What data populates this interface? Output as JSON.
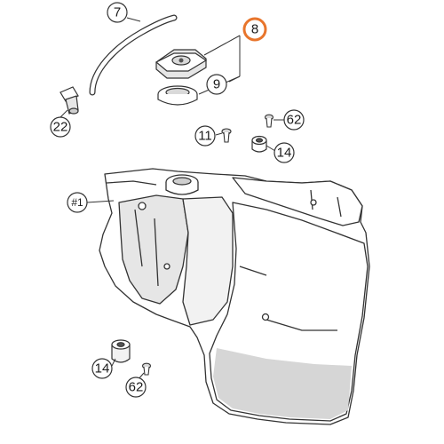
{
  "diagram": {
    "callouts": {
      "c7": "7",
      "c8": "8",
      "c9": "9",
      "c22": "22",
      "c11": "11",
      "c62_top": "62",
      "c14_top": "14",
      "c1": "#1",
      "c14_bottom": "14",
      "c62_bottom": "62"
    },
    "colors": {
      "highlight": "#e8752c",
      "line": "#333333",
      "part_fill": "#ffffff",
      "shade": "#d9d9d9",
      "tank_shade": "#cfcfcf"
    }
  }
}
